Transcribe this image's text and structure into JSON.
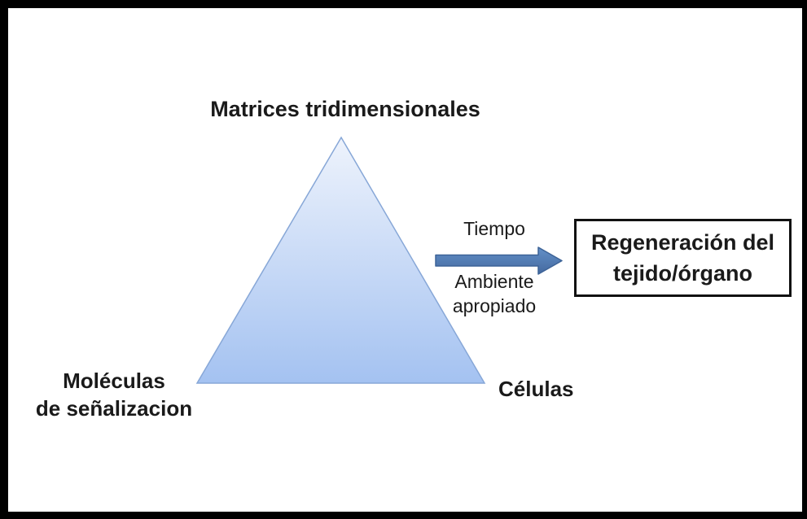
{
  "colors": {
    "frame": "#000000",
    "background": "#ffffff",
    "text": "#1a1a1a",
    "triangle_fill_top": "#eef3fc",
    "triangle_fill_bottom": "#a4c2f1",
    "triangle_stroke": "#87a7d7",
    "arrow_fill_top": "#6390c8",
    "arrow_fill_bottom": "#44699f",
    "arrow_stroke": "#3d6397",
    "result_box_border": "#111111"
  },
  "diagram": {
    "top_label": "Matrices tridimensionales",
    "bottom_left_label": {
      "line1": "Moléculas",
      "line2": "de señalizacion"
    },
    "bottom_right_label": "Células",
    "arrow": {
      "label_above": "Tiempo",
      "label_below_line1": "Ambiente",
      "label_below_line2": "apropiado"
    },
    "result_box": {
      "line1": "Regeneración del",
      "line2": "tejido/órgano"
    }
  }
}
